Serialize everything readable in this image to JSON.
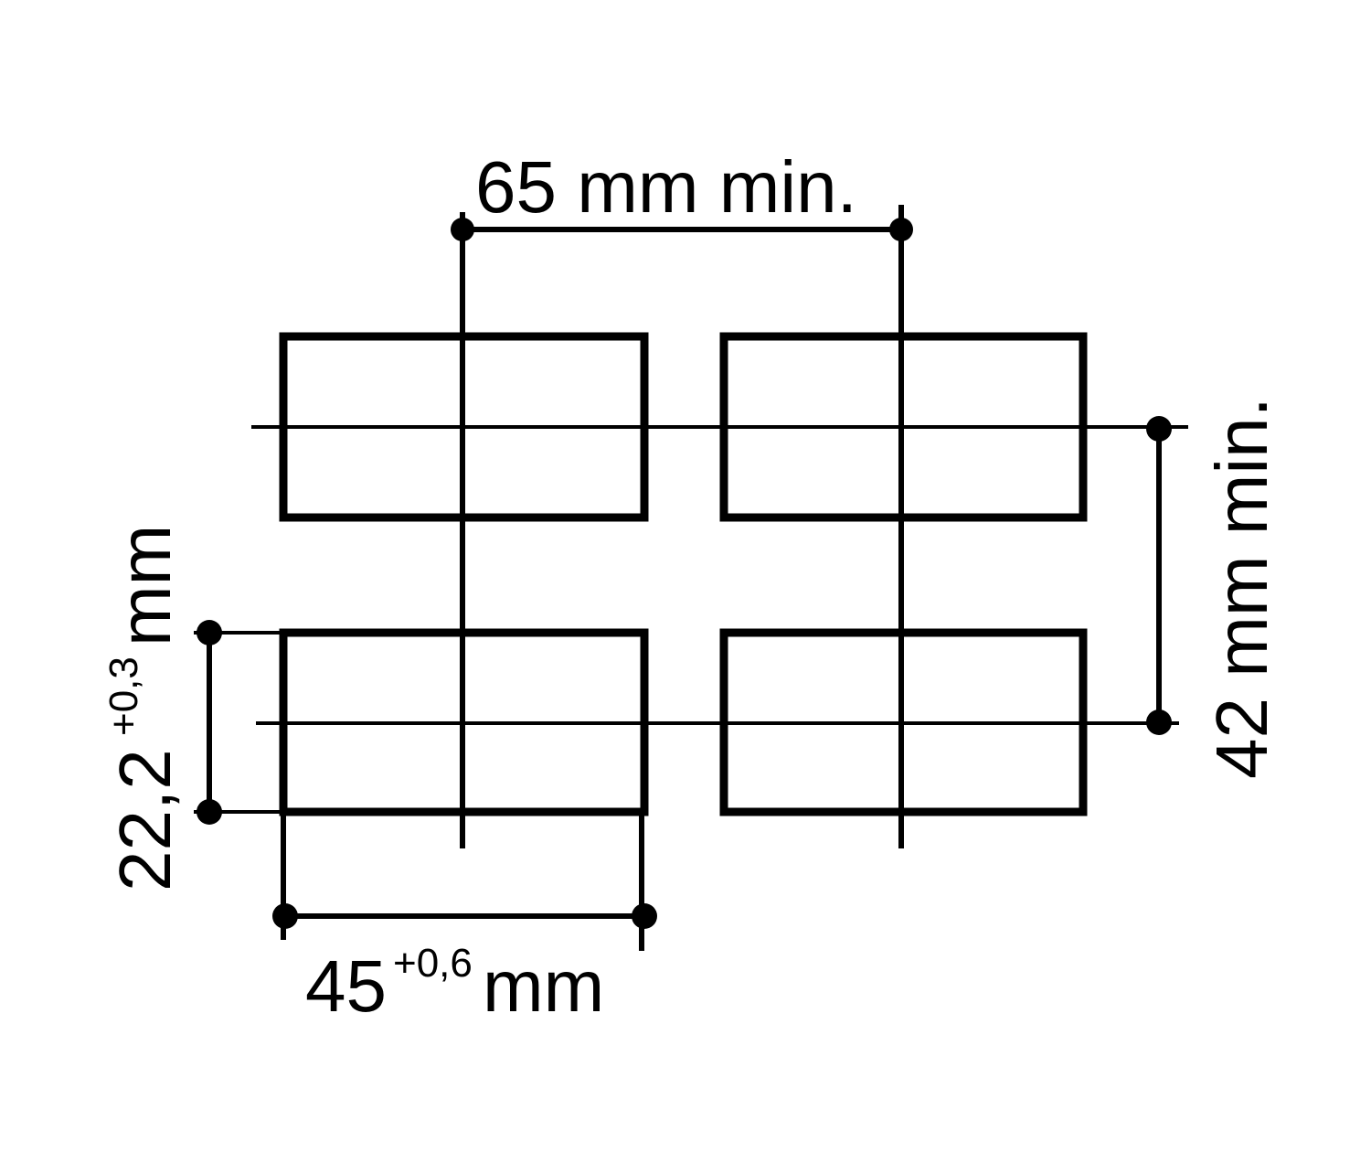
{
  "colors": {
    "ink": "#000000",
    "background": "#ffffff"
  },
  "dimensions": {
    "horizontal_pitch": {
      "text": "65 mm min."
    },
    "vertical_pitch": {
      "text": "42 mm min."
    },
    "cutout_width": {
      "value": "45",
      "tolerance": "+0,6",
      "unit": "mm"
    },
    "cutout_height": {
      "value": "22,2",
      "tolerance": "+0,3",
      "unit": "mm"
    }
  }
}
